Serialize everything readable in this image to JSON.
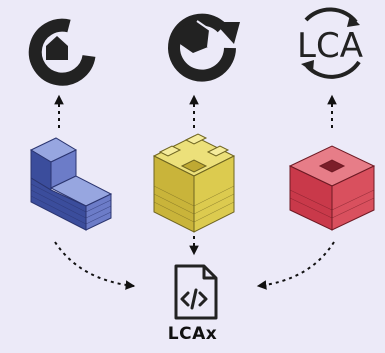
{
  "diagram": {
    "top_icons": [
      {
        "icon": "circular-g-arrow-logo",
        "color": "#222222"
      },
      {
        "icon": "circular-cycle-hexagon-logo",
        "color": "#222222"
      },
      {
        "icon": "lca-recycle-logo",
        "text": "LCA",
        "color": "#222222"
      }
    ],
    "blocks": [
      {
        "icon": "l-shaped-block",
        "color": "#4a5ba8"
      },
      {
        "icon": "castle-tower-block",
        "color": "#d4c245"
      },
      {
        "icon": "hollow-cube-block",
        "color": "#d94a58"
      }
    ],
    "output": {
      "icon": "code-file-icon",
      "label": "LCAx"
    }
  }
}
